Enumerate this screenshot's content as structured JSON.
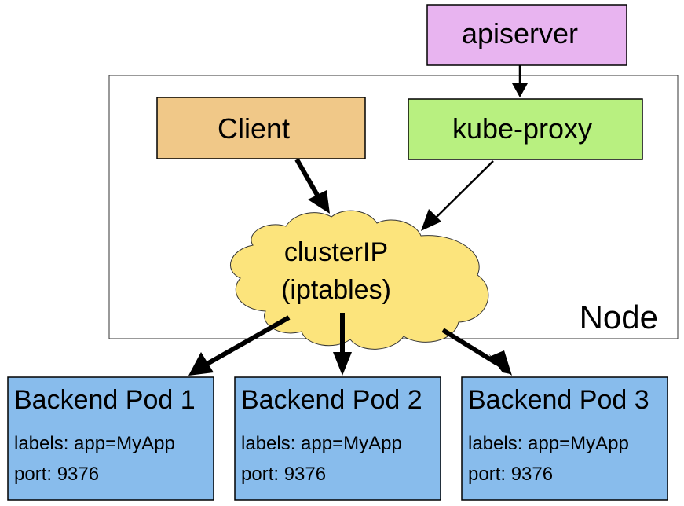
{
  "nodes": {
    "apiserver": {
      "label": "apiserver",
      "fill": "#e8b4f0"
    },
    "client": {
      "label": "Client",
      "fill": "#f0c888"
    },
    "kube_proxy": {
      "label": "kube-proxy",
      "fill": "#b8f080"
    },
    "cluster_ip": {
      "line1": "clusterIP",
      "line2": "(iptables)",
      "fill": "#fce47c"
    },
    "node": {
      "label": "Node"
    }
  },
  "pods": [
    {
      "title": "Backend Pod 1",
      "labels": "labels: app=MyApp",
      "port": "port: 9376"
    },
    {
      "title": "Backend Pod 2",
      "labels": "labels: app=MyApp",
      "port": "port: 9376"
    },
    {
      "title": "Backend Pod 3",
      "labels": "labels: app=MyApp",
      "port": "port: 9376"
    }
  ],
  "colors": {
    "pod_fill": "#88bcec",
    "stroke": "#000000"
  }
}
